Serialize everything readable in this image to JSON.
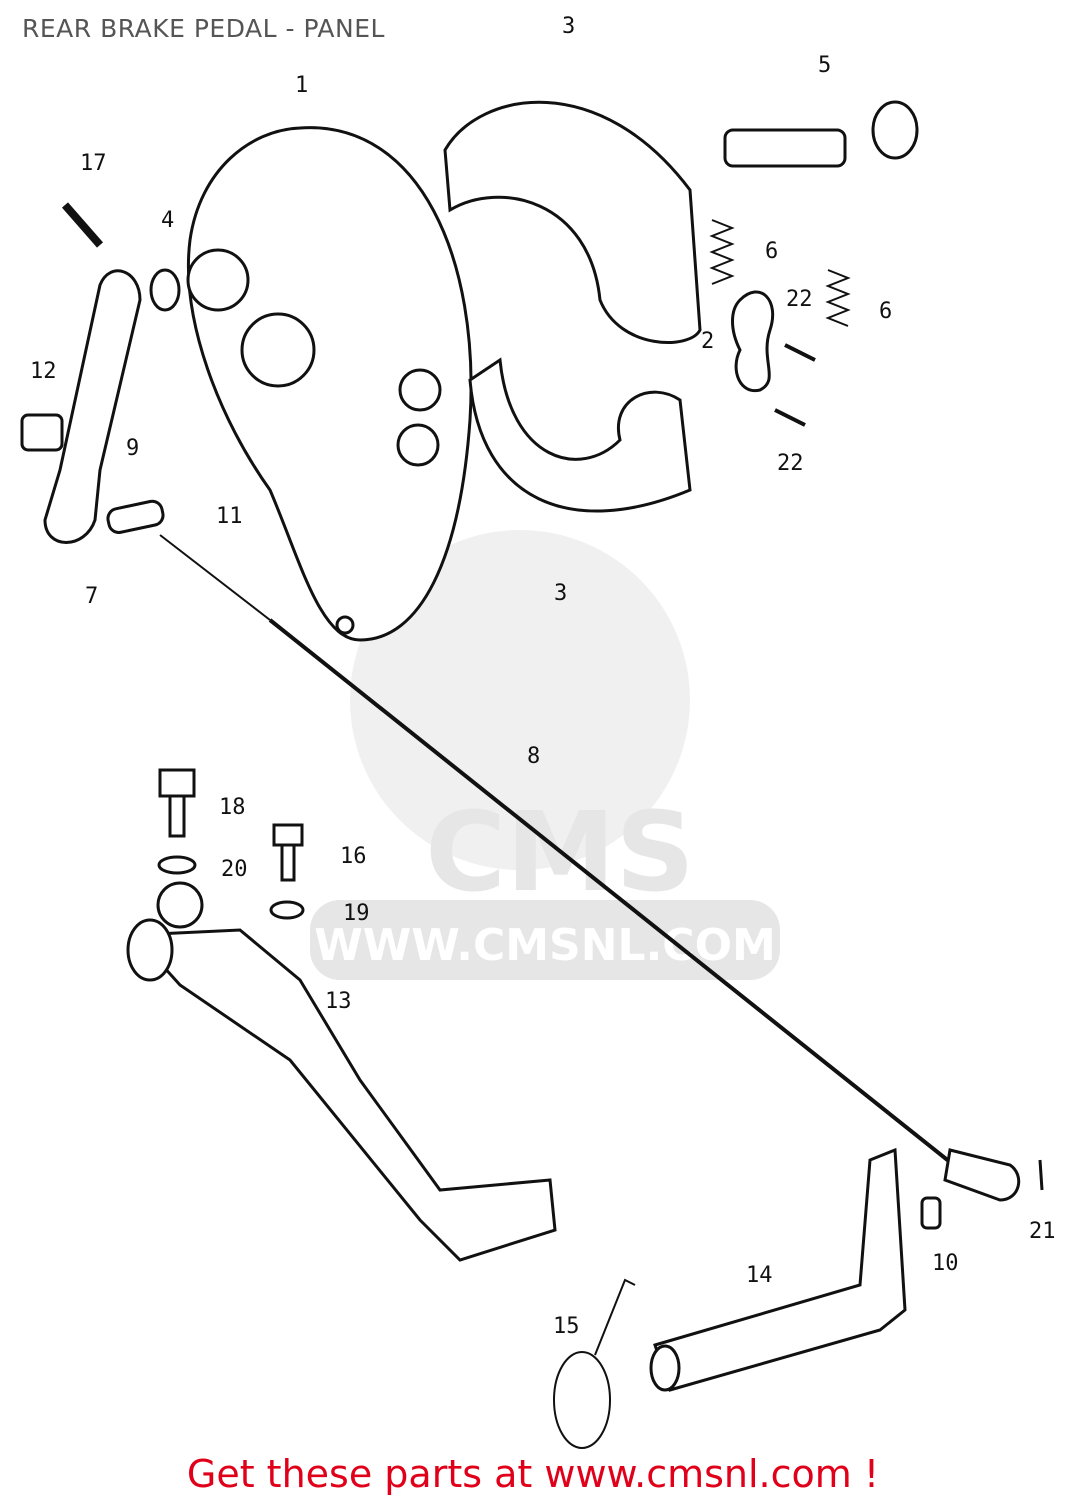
{
  "title": "REAR BRAKE PEDAL - PANEL",
  "footer": "Get these parts at www.cmsnl.com !",
  "watermark": {
    "brand": "CMS",
    "url": "WWW.CMSNL.COM"
  },
  "part_labels": [
    "3",
    "1",
    "5",
    "17",
    "4",
    "6",
    "22",
    "6",
    "2",
    "12",
    "22",
    "9",
    "11",
    "7",
    "3",
    "8",
    "18",
    "16",
    "20",
    "19",
    "13",
    "14",
    "10",
    "21",
    "15"
  ],
  "colors": {
    "footer": "#e0001a",
    "title": "#555555"
  }
}
